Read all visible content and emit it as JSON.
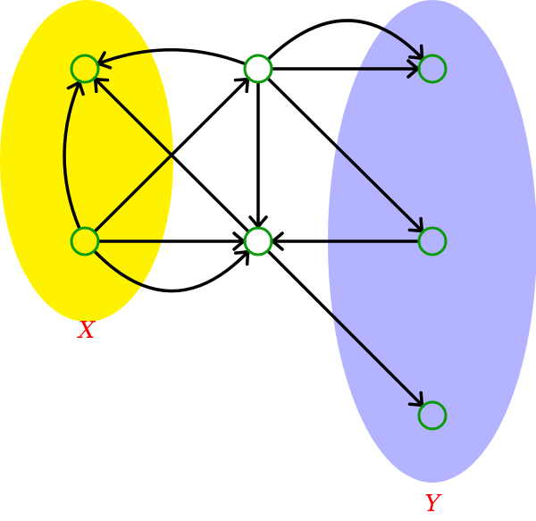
{
  "diagram": {
    "type": "directed-graph",
    "colors": {
      "set_x_fill": "#fff200",
      "set_y_fill": "#b3b3ff",
      "node_stroke": "#0a9a0a",
      "edge": "#000000",
      "label": "#ff0000"
    },
    "sets": [
      {
        "id": "X",
        "label": "X",
        "nodes": [
          "a",
          "d"
        ]
      },
      {
        "id": "Y",
        "label": "Y",
        "nodes": [
          "c",
          "f",
          "g"
        ]
      }
    ],
    "nodes": [
      {
        "id": "a"
      },
      {
        "id": "b"
      },
      {
        "id": "c"
      },
      {
        "id": "d"
      },
      {
        "id": "e"
      },
      {
        "id": "f"
      },
      {
        "id": "g"
      }
    ],
    "edges": [
      {
        "from": "b",
        "to": "a",
        "curved": true
      },
      {
        "from": "b",
        "to": "c",
        "curved": true
      },
      {
        "from": "b",
        "to": "c",
        "curved": false
      },
      {
        "from": "b",
        "to": "e",
        "curved": false
      },
      {
        "from": "b",
        "to": "f",
        "curved": false
      },
      {
        "from": "d",
        "to": "a",
        "curved": true
      },
      {
        "from": "d",
        "to": "b",
        "curved": false
      },
      {
        "from": "d",
        "to": "e",
        "curved": false
      },
      {
        "from": "d",
        "to": "e",
        "curved": true
      },
      {
        "from": "e",
        "to": "a",
        "curved": false
      },
      {
        "from": "f",
        "to": "e",
        "curved": false
      },
      {
        "from": "e",
        "to": "g",
        "curved": false
      }
    ]
  }
}
